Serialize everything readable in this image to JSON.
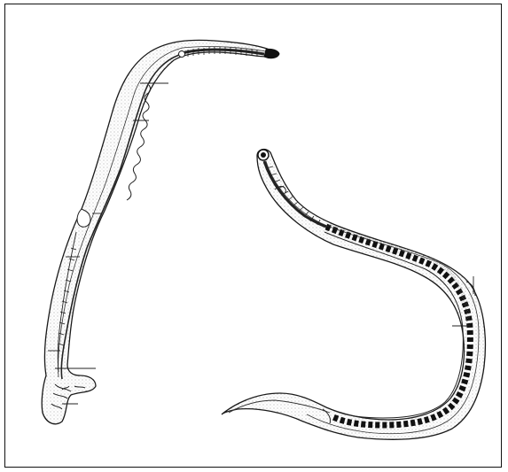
{
  "figure": {
    "subjects": [
      "male-nematode-specimen",
      "female-nematode-specimen"
    ],
    "ink_color": "#1a1a1a",
    "stipple_color": "#777777",
    "gonad_fill_color": "#111111",
    "pointer_count_left": 9,
    "pointer_count_right": 2,
    "labels_visible": false
  }
}
